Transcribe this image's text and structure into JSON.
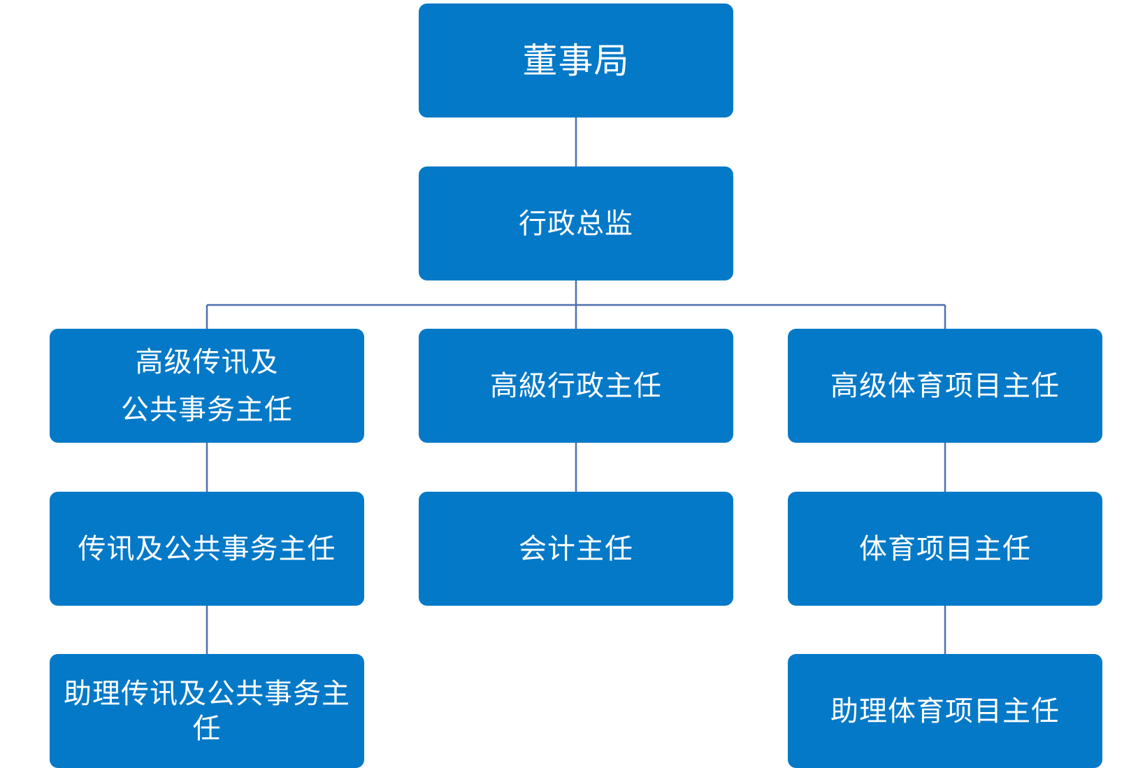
{
  "colors": {
    "box_fill": "#0479C8",
    "connector": "#4F6FB0",
    "text": "#FFFFFF"
  },
  "org_chart": {
    "board": {
      "label": "董事局"
    },
    "executive_director": {
      "label": "行政总监"
    },
    "departments": [
      {
        "head_lines": [
          "高级传讯及",
          "公共事务主任"
        ],
        "manager": "传讯及公共事务主任",
        "assistant_lines": [
          "助理传讯及公共事务主",
          "任"
        ]
      },
      {
        "head_lines": [
          "高級行政主任"
        ],
        "manager": "会计主任"
      },
      {
        "head_lines": [
          "高级体育项目主任"
        ],
        "manager": "体育项目主任",
        "assistant_lines": [
          "助理体育项目主任"
        ]
      }
    ]
  }
}
